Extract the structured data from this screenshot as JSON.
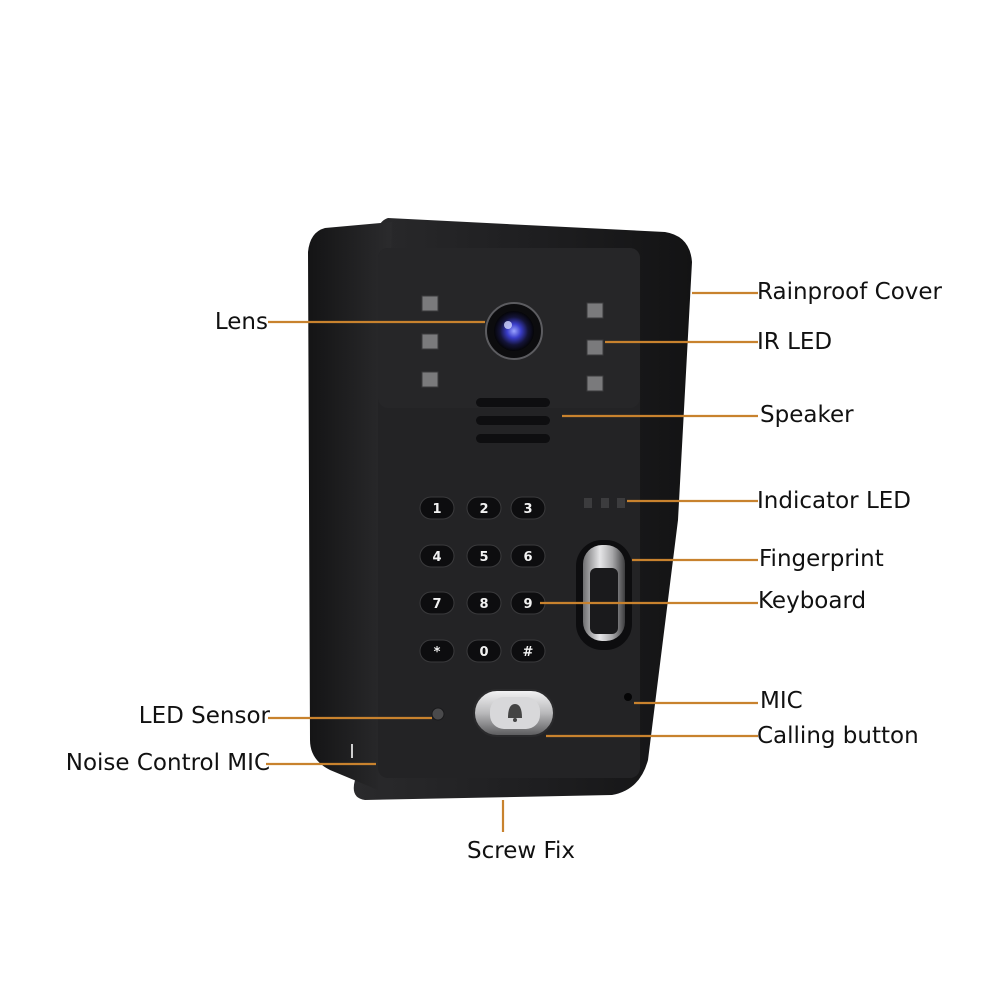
{
  "labels": {
    "lens": "Lens",
    "rainproof_cover": "Rainproof Cover",
    "ir_led": "IR LED",
    "speaker": "Speaker",
    "indicator_led": "Indicator LED",
    "fingerprint": "Fingerprint",
    "keyboard": "Keyboard",
    "mic": "MIC",
    "calling_button": "Calling button",
    "led_sensor": "LED Sensor",
    "noise_control_mic": "Noise Control MIC",
    "screw_fix": "Screw Fix"
  },
  "keypad": [
    "1",
    "2",
    "3",
    "4",
    "5",
    "6",
    "7",
    "8",
    "9",
    "*",
    "0",
    "#"
  ],
  "colors": {
    "leader_line": "#c8822e",
    "device_body": "#1c1c1e",
    "face_plate": "#232325",
    "key": "#0d0d0f",
    "key_text": "#f2f2f2"
  }
}
